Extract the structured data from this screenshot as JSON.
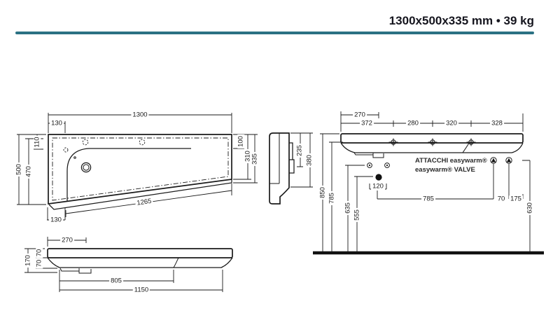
{
  "header": {
    "title": "1300x500x335 mm • 39 kg",
    "rule_color": "#2b7183",
    "line_color": "#1a1a1a"
  },
  "plan": {
    "w1300": "1300",
    "t130": "130",
    "v110": "110",
    "v500": "500",
    "v470": "470",
    "v100": "100",
    "v310": "310",
    "v335": "335",
    "s1265": "1265",
    "b130": "130"
  },
  "side": {
    "v235": "235",
    "v380": "380"
  },
  "front": {
    "h270": "270",
    "h372": "372",
    "h280": "280",
    "h320": "320",
    "h328": "328",
    "v850": "850",
    "v785": "785",
    "v635": "635",
    "v555": "555",
    "h120": "120",
    "h785": "785",
    "h70": "70",
    "h175": "175",
    "v630": "630",
    "note1": "ATTACCHI easywarm®",
    "note2": "easywarm® VALVE"
  },
  "bottom": {
    "h270": "270",
    "v170": "170",
    "v70a": "70",
    "v70b": "70",
    "h805": "805",
    "h1150": "1150"
  }
}
